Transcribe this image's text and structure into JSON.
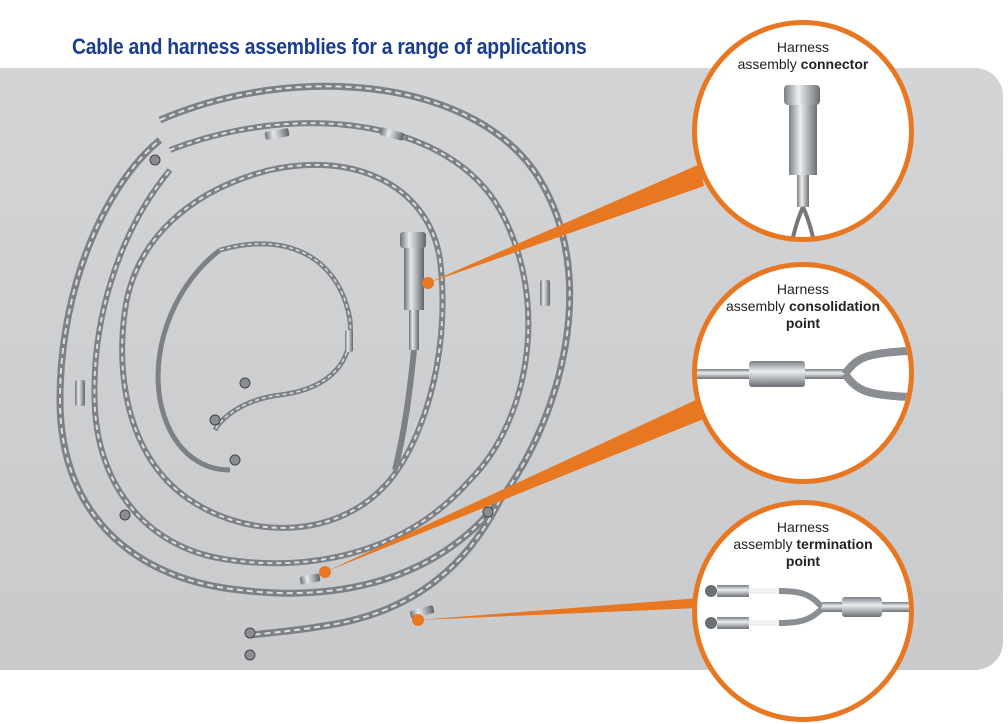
{
  "title": "Cable and harness assemblies for a range of applications",
  "colors": {
    "title_blue": "#1a3d8f",
    "accent_orange": "#e87722",
    "panel_grey": "#cfd0d2",
    "cable_silver": "#a9adb2"
  },
  "callouts": [
    {
      "line1": "Harness",
      "line2_plain": "assembly ",
      "line2_bold": "connector",
      "line3_bold": ""
    },
    {
      "line1": "Harness",
      "line2_plain": "assembly ",
      "line2_bold": "consolidation",
      "line3_bold": "point"
    },
    {
      "line1": "Harness",
      "line2_plain": "assembly ",
      "line2_bold": "termination",
      "line3_bold": "point"
    }
  ]
}
